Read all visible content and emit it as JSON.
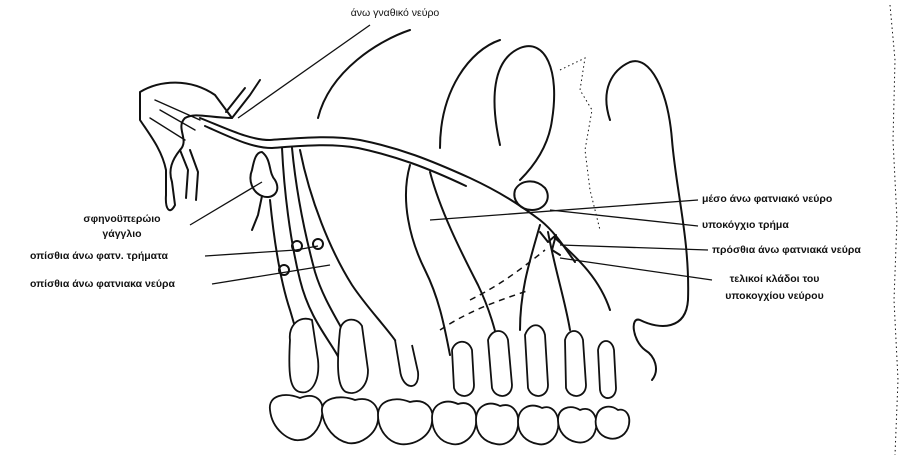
{
  "labels": {
    "top_nerve": "άνω γναθικό νεύρο",
    "ganglion_1": "σφηνοϋπερώιο",
    "ganglion_2": "γάγγλιο",
    "post_foramina": "οπίσθια άνω φατν. τρήματα",
    "post_nerves": "οπίσθια άνω φατνιακα νεύρα",
    "middle_nerve": "μέσο άνω φατνιακό νεύρο",
    "infraorbital_foramen": "υποκόγχιο τρήμα",
    "anterior_nerve": "πρόσθια άνω φατνιακά νεύρα",
    "terminal_1": "τελικοί κλάδοι του",
    "terminal_2": "υποκογχίου νεύρου"
  }
}
